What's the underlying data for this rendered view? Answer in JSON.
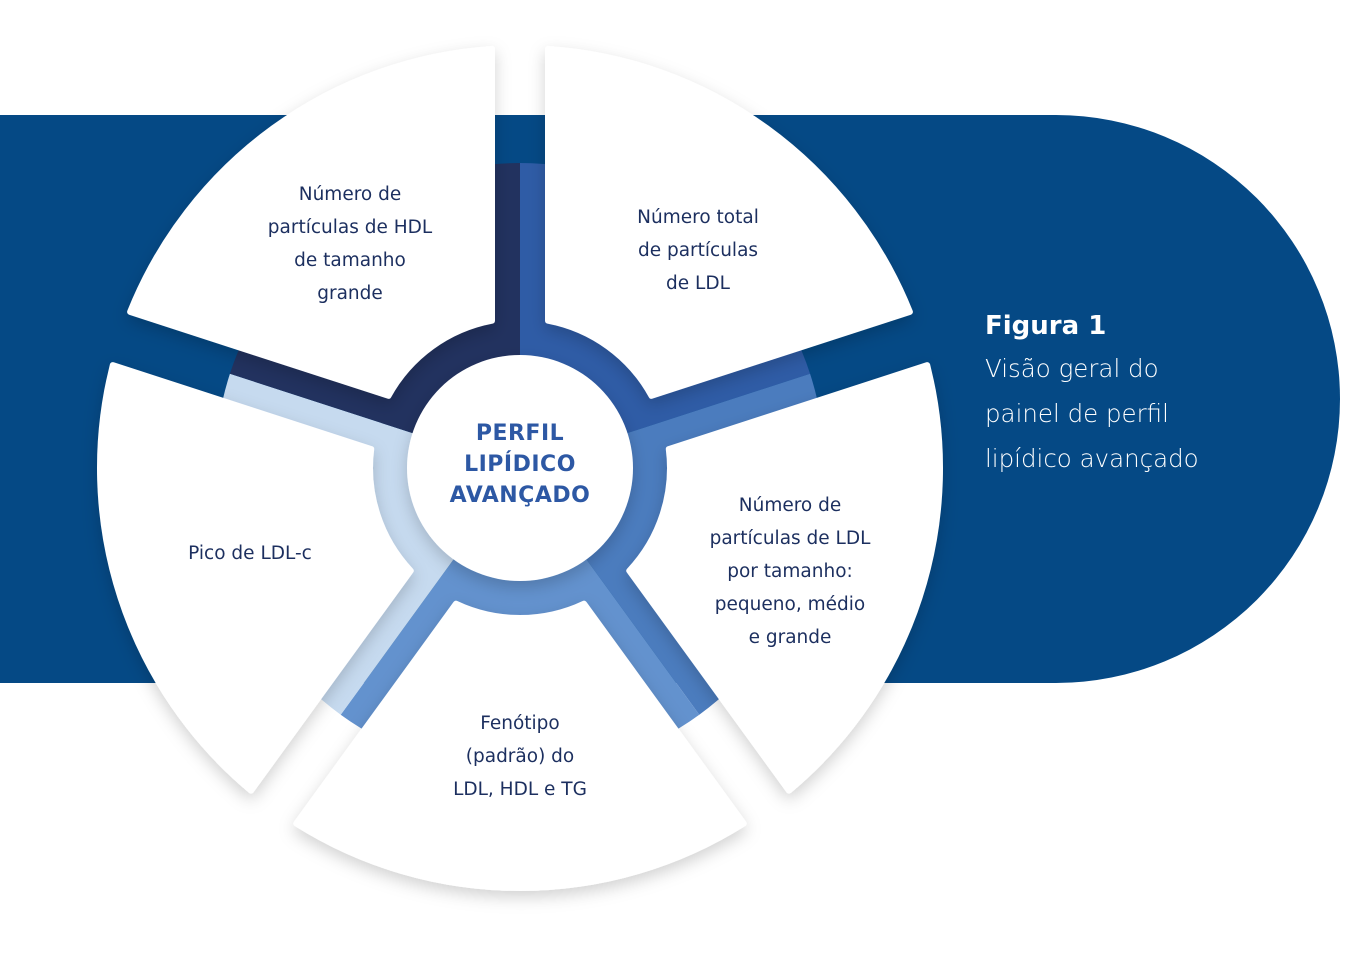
{
  "center": {
    "line1": "PERFIL",
    "line2": "LIPÍDICO",
    "line3": "AVANÇADO"
  },
  "segments": [
    {
      "id": "top-right",
      "lines": [
        "Número total",
        "de partículas",
        "de LDL"
      ],
      "color": "#2f5ca6"
    },
    {
      "id": "right",
      "lines": [
        "Número de",
        "partículas de LDL",
        "por tamanho:",
        "pequeno, médio",
        "e grande"
      ],
      "color": "#4b7cbe"
    },
    {
      "id": "bottom",
      "lines": [
        "Fenótipo",
        "(padrão) do",
        "LDL, HDL e TG"
      ],
      "color": "#6392ce"
    },
    {
      "id": "left",
      "lines": [
        "Pico de LDL-c"
      ],
      "color": "#c6daef"
    },
    {
      "id": "top-left",
      "lines": [
        "Número de",
        "partículas de HDL",
        "de tamanho",
        "grande"
      ],
      "color": "#22325f"
    }
  ],
  "caption": {
    "figure": "Figura 1",
    "lines": [
      "Visão geral do",
      "painel de perfil",
      "lipídico avançado"
    ]
  },
  "colors": {
    "background_band": "#054985",
    "text": "#1c2f5f",
    "center_text": "#2d58a4"
  }
}
